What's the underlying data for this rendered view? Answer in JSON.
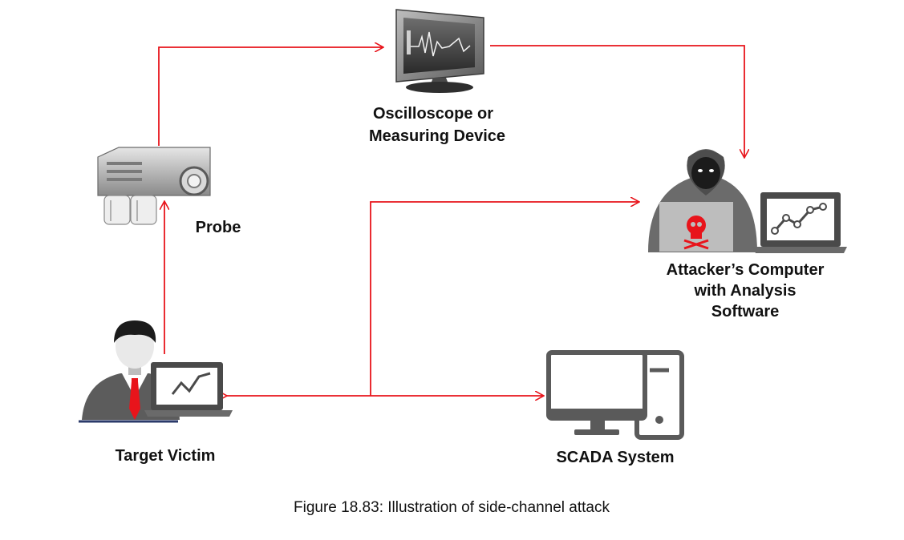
{
  "nodes": {
    "oscilloscope": {
      "label_line1": "Oscilloscope or",
      "label_line2": "Measuring Device",
      "icon": "oscilloscope-monitor-icon"
    },
    "probe": {
      "label": "Probe",
      "icon": "probe-device-icon"
    },
    "attacker": {
      "label_line1": "Attacker’s Computer",
      "label_line2": "with Analysis",
      "label_line3": "Software",
      "icon": "hooded-hacker-icon"
    },
    "victim": {
      "label": "Target Victim",
      "icon": "businessman-laptop-icon"
    },
    "scada": {
      "label": "SCADA System",
      "icon": "desktop-computer-icon"
    }
  },
  "edges": [
    {
      "from": "probe",
      "to": "oscilloscope"
    },
    {
      "from": "oscilloscope",
      "to": "attacker"
    },
    {
      "from": "victim",
      "to": "probe"
    },
    {
      "from": "victim",
      "to": "attacker"
    },
    {
      "from": "victim",
      "to": "scada",
      "bidirectional": true
    }
  ],
  "caption": "Figure 18.83: Illustration of side-channel attack",
  "colors": {
    "arrow": "#e8141b",
    "skull": "#e8141b",
    "tie": "#e8141b",
    "device_gray": "#5a5a5a"
  }
}
